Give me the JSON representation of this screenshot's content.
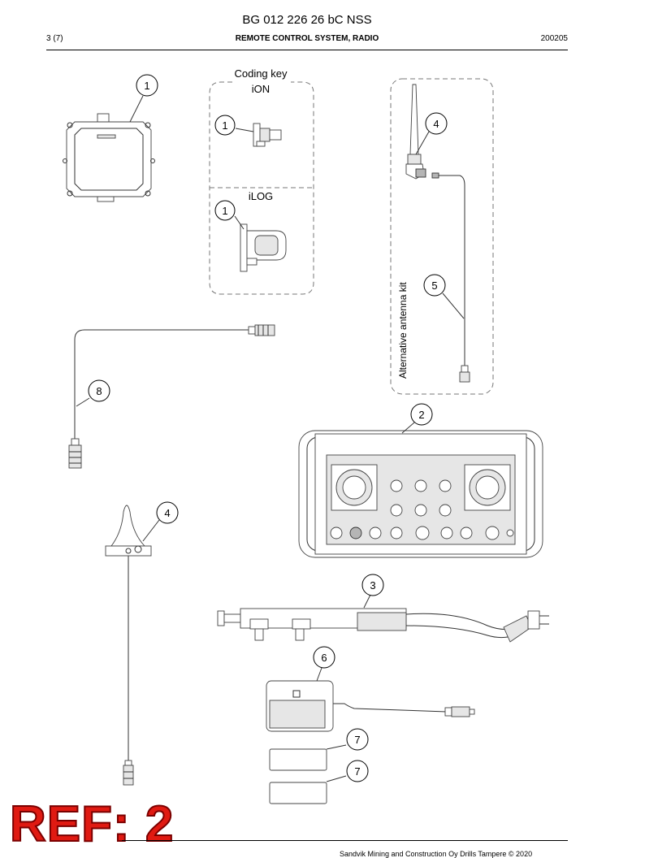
{
  "header": {
    "doc_title": "BG 012 226 26 bC NSS",
    "page": "3 (7)",
    "section": "REMOTE CONTROL SYSTEM, RADIO",
    "date": "200205"
  },
  "diagram": {
    "coding_key_title": "Coding key",
    "coding_key_ion": "iON",
    "coding_key_ilog": "iLOG",
    "antenna_kit_label": "Alternative antenna kit",
    "callouts": [
      "1",
      "1",
      "1",
      "4",
      "5",
      "8",
      "2",
      "4",
      "3",
      "6",
      "7",
      "7"
    ]
  },
  "stamp": {
    "text": "REF: 2"
  },
  "footer": {
    "text": "Sandvik Mining and Construction Oy Drills Tampere © 2020"
  }
}
